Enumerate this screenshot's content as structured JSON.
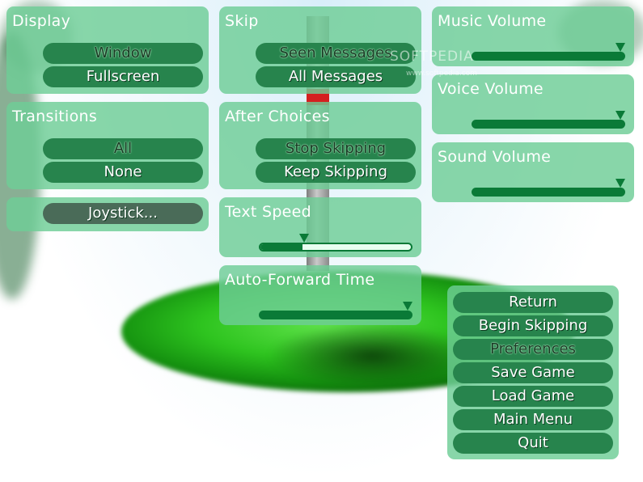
{
  "display": {
    "title": "Display",
    "options": [
      "Window",
      "Fullscreen"
    ],
    "selected": "Window"
  },
  "transitions": {
    "title": "Transitions",
    "options": [
      "All",
      "None"
    ],
    "selected": "All"
  },
  "joystick": {
    "label": "Joystick..."
  },
  "skip": {
    "title": "Skip",
    "options": [
      "Seen Messages",
      "All Messages"
    ],
    "selected": "Seen Messages"
  },
  "after_choices": {
    "title": "After Choices",
    "options": [
      "Stop Skipping",
      "Keep Skipping"
    ],
    "selected": "Stop Skipping"
  },
  "text_speed": {
    "title": "Text Speed",
    "value": 0.28
  },
  "auto_forward": {
    "title": "Auto-Forward Time",
    "value": 1.0
  },
  "music_volume": {
    "title": "Music Volume",
    "value": 1.0
  },
  "voice_volume": {
    "title": "Voice Volume",
    "value": 1.0
  },
  "sound_volume": {
    "title": "Sound Volume",
    "value": 1.0
  },
  "menu": {
    "items": [
      "Return",
      "Begin Skipping",
      "Preferences",
      "Save Game",
      "Load Game",
      "Main Menu",
      "Quit"
    ],
    "selected": "Preferences"
  },
  "watermark": {
    "brand": "SOFTPEDIA",
    "url": "www.softpedia.com"
  },
  "colors": {
    "panel": "#6ecd96",
    "button": "#27844d",
    "bar": "#0a7a37",
    "text": "#ffffff"
  }
}
